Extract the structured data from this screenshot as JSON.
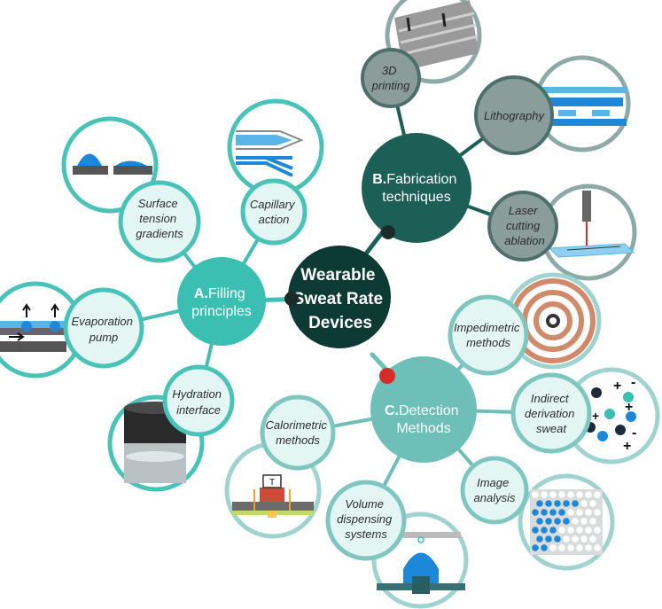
{
  "center": {
    "lines": [
      "Wearable",
      "Sweat Rate",
      "Devices"
    ]
  },
  "hubs": {
    "a": {
      "letter": "A.",
      "lines": [
        "Filling",
        "principles"
      ]
    },
    "b": {
      "letter": "B.",
      "lines": [
        "Fabrication",
        "techniques"
      ]
    },
    "c": {
      "letter": "C.",
      "lines": [
        "Detection",
        "Methods"
      ]
    }
  },
  "nodes": {
    "surface_tension": [
      "Surface",
      "tension",
      "gradients"
    ],
    "capillary": [
      "Capillary",
      "action"
    ],
    "evaporation": [
      "Evaporation",
      "pump"
    ],
    "hydration": [
      "Hydration",
      "interface"
    ],
    "printing3d": [
      "3D",
      "printing"
    ],
    "lithography": [
      "Lithography"
    ],
    "laser": [
      "Laser",
      "cutting",
      "ablation"
    ],
    "impedimetric": [
      "Impedimetric",
      "methods"
    ],
    "indirect": [
      "Indirect",
      "derivation",
      "sweat"
    ],
    "image_analysis": [
      "Image",
      "analysis"
    ],
    "volume": [
      "Volume",
      "dispensing",
      "systems"
    ],
    "calorimetric": [
      "Calorimetric",
      "methods"
    ]
  },
  "illustration_text": {
    "thermo_box": "T",
    "ion_signs": [
      "+",
      "-",
      "+",
      "-",
      "+",
      "-",
      "+"
    ]
  },
  "colors": {
    "center": "#0e3a36",
    "hub_a": "#3bbfb3",
    "hub_b": "#1c5f57",
    "hub_c": "#6dbfb8",
    "node_fill_a": "#e3f6f4",
    "node_fill_b": "#8a9d9b",
    "node_fill_c": "#e3f6f4",
    "node_ring_a": "#49c2b7",
    "node_ring_b": "#4d6f6c",
    "node_ring_c": "#7fc6c0",
    "connector_dark": "#1b2b29",
    "connector_red": "#d42b2b",
    "link_a": "#45bdb2",
    "link_b": "#1c5f57",
    "link_c": "#6dbfb8"
  }
}
